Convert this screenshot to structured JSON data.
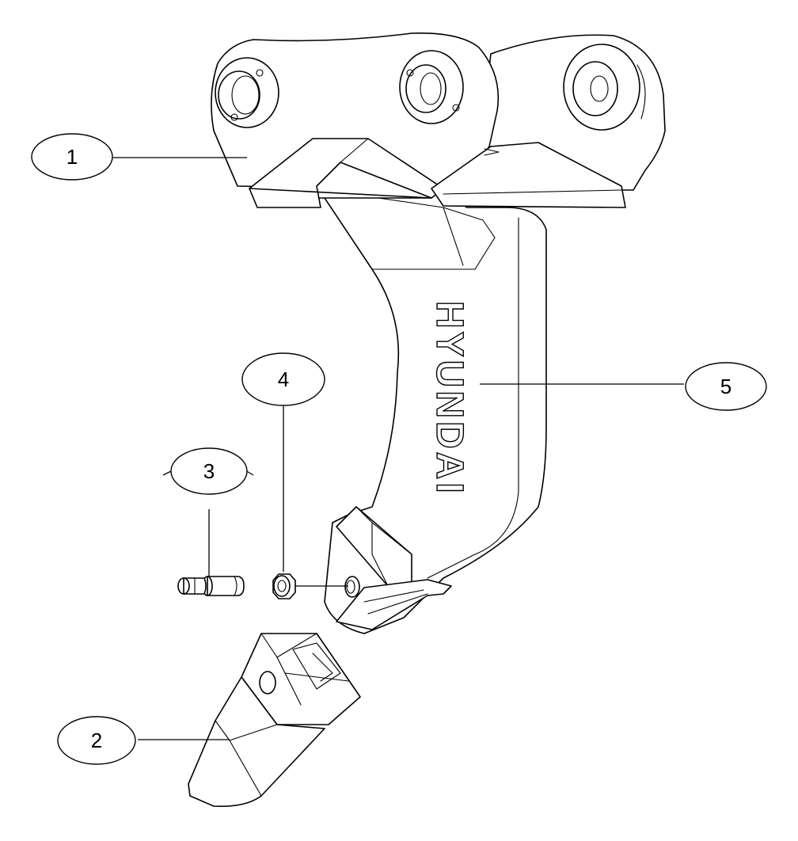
{
  "brand": {
    "text": "HYUNDAI"
  },
  "callouts": [
    {
      "id": "1",
      "label": "1",
      "part": "bracket"
    },
    {
      "id": "2",
      "label": "2",
      "part": "tooth"
    },
    {
      "id": "3",
      "label": "3",
      "part": "pin"
    },
    {
      "id": "4",
      "label": "4",
      "part": "lock-washer"
    },
    {
      "id": "5",
      "label": "5",
      "part": "ripper-shank"
    }
  ]
}
